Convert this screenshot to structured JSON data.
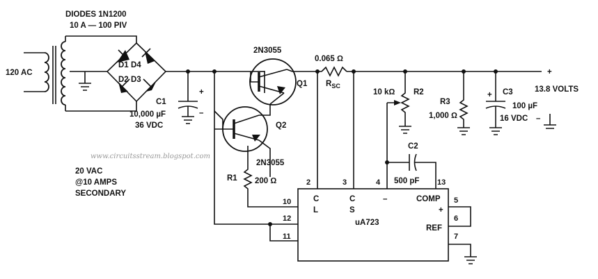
{
  "diodes": {
    "title": "DIODES 1N1200",
    "rating": "10 A — 100 PIV",
    "d1": "D1",
    "d2": "D2",
    "d3": "D3",
    "d4": "D4"
  },
  "transformer": {
    "primary": "120 AC",
    "secondary_1": "20 VAC",
    "secondary_2": "@10 AMPS",
    "secondary_3": "SECONDARY"
  },
  "c1": {
    "ref": "C1",
    "value": "10,000 µF",
    "voltage": "36 VDC",
    "plus": "+",
    "minus": "–"
  },
  "q1": {
    "ref": "Q1",
    "part": "2N3055"
  },
  "q2": {
    "ref": "Q2",
    "part": "2N3055"
  },
  "rsc": {
    "value": "0.065 Ω",
    "ref": "R",
    "ref_sub": "SC"
  },
  "r1": {
    "ref": "R1",
    "value": "200 Ω"
  },
  "r2": {
    "ref": "R2",
    "value": "10 kΩ"
  },
  "r3": {
    "ref": "R3",
    "value": "1,000 Ω"
  },
  "c2": {
    "ref": "C2",
    "value": "500 pF"
  },
  "c3": {
    "ref": "C3",
    "value": "100 µF",
    "voltage": "16 VDC",
    "plus": "+",
    "minus": "–"
  },
  "output": {
    "label": "13.8 VOLTS",
    "plus": "+"
  },
  "watermark": "www.circuitsstream.blogspot.com",
  "ic": {
    "name": "uA723",
    "pin_cl_c": "C",
    "pin_cl_l": "L",
    "pin_cs_c": "C",
    "pin_cs_s": "S",
    "pin_minus": "–",
    "pin_comp": "COMP",
    "pin_plus": "+",
    "pin_ref": "REF",
    "pins": {
      "p2": "2",
      "p3": "3",
      "p4": "4",
      "p5": "5",
      "p6": "6",
      "p7": "7",
      "p10": "10",
      "p11": "11",
      "p12": "12",
      "p13": "13"
    }
  }
}
